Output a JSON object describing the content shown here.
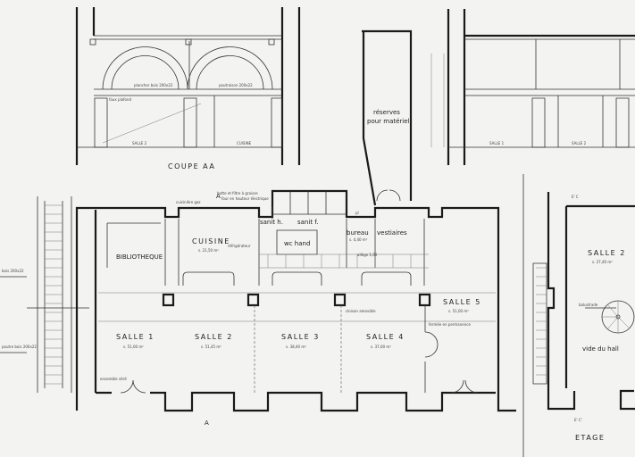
{
  "section_left": {
    "title": "COUPE AA",
    "room_a": "SALLE 2",
    "room_b": "CUISINE",
    "note_floor": "plancher bois 200x22",
    "note_beam": "poutraison 200x22",
    "note_ceiling": "faux plafond"
  },
  "section_right": {
    "room_a": "SALLE 1",
    "room_b": "SALLE 2"
  },
  "storage": {
    "line1": "réserves",
    "line2": "pour matériel"
  },
  "plan": {
    "section_marker": "A",
    "rooms": [
      {
        "name": "BIBLIOTHEQUE",
        "area": ""
      },
      {
        "name": "CUISINE",
        "area": "s. 21,50 m²"
      },
      {
        "name": "sanit h.",
        "area": ""
      },
      {
        "name": "sanit f.",
        "area": ""
      },
      {
        "name": "wc hand",
        "area": ""
      },
      {
        "name": "bureau",
        "area": "s. 4,40 m²"
      },
      {
        "name": "vestiaires",
        "area": ""
      },
      {
        "name": "SALLE 1",
        "area": "s. 51,00 m²"
      },
      {
        "name": "SALLE 2",
        "area": "s. 51,45 m²"
      },
      {
        "name": "SALLE 3",
        "area": "s. 38,40 m²"
      },
      {
        "name": "SALLE 4",
        "area": "s. 37,00 m²"
      },
      {
        "name": "SALLE 5",
        "area": "s. 51,00 m²"
      }
    ],
    "notes": {
      "cooker": "cuisinière gaz",
      "hood": "hotte et filtre à graisse",
      "oven": "four en hauteur électrique",
      "fridge": "réfrigérateur",
      "sill": "allège 1,00",
      "partition": "cloison amovible",
      "closed": "fermée en permanence",
      "glazing": "ensemble vitré",
      "pl": "pl"
    }
  },
  "side_notes": {
    "upper": "bois 200x22",
    "lower": "poutre bois 200x22"
  },
  "etage": {
    "title": "ETAGE",
    "room": "SALLE 2",
    "area": "s. 27,40 m²",
    "void": "vide du hall",
    "rail": "balustrade",
    "marker_top": "E' C",
    "marker_bottom": "E' C'"
  }
}
